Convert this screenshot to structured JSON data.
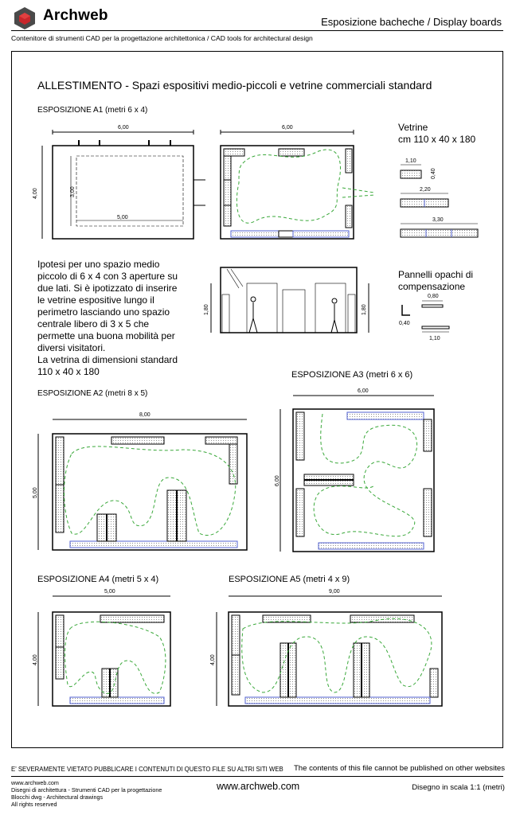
{
  "header": {
    "brand": "Archweb",
    "doc_title": "Esposizione bacheche / Display boards",
    "subtitle": "Contenitore di strumenti CAD per la progettazione architettonica  /  CAD tools for architectural design"
  },
  "main": {
    "title": "ALLESTIMENTO - Spazi espositivi medio-piccoli e vetrine commerciali standard",
    "a1_label": "ESPOSIZIONE A1 (metri 6 x 4)",
    "a2_label": "ESPOSIZIONE A2  (metri 8 x 5)",
    "a3_label": "ESPOSIZIONE A3  (metri 6 x 6)",
    "a4_label": "ESPOSIZIONE A4  (metri 5 x 4)",
    "a5_label": "ESPOSIZIONE A5  (metri 4 x 9)",
    "description": [
      "Ipotesi per uno spazio medio",
      "piccolo di 6 x 4 con 3 aperture su",
      "due lati. Si è ipotizzato di inserire",
      "le vetrine espositive lungo il",
      "perimetro lasciando uno spazio",
      "centrale libero di 3 x 5 che",
      "permette una buona mobilità per",
      "diversi visitatori.",
      "La vetrina di dimensioni standard",
      "110 x 40 x 180"
    ],
    "vetrine_title": "Vetrine",
    "vetrine_dims": "cm 110 x 40 x 180",
    "pannelli_title_1": "Pannelli opachi di",
    "pannelli_title_2": "compensazione",
    "dims": {
      "d600": "6,00",
      "d400": "4,00",
      "d300": "3,00",
      "d500": "5,00",
      "d110": "1,10",
      "d040": "0,40",
      "d220": "2,20",
      "d330": "3,30",
      "d180": "1,80",
      "d080": "0,80",
      "d800": "8,00",
      "d900": "9,00"
    }
  },
  "footer": {
    "warning_it": "E' SEVERAMENTE VIETATO PUBBLICARE I CONTENUTI DI QUESTO FILE SU ALTRI SITI WEB",
    "warning_en": "The contents of this file cannot be published on other websites",
    "lines": [
      "www.archweb.com",
      "Disegni di architettura - Strumenti CAD  per la progettazione",
      "Blocchi dwg - Architectural drawings",
      "All rights reserved"
    ],
    "url": "www.archweb.com",
    "scale": "Disegno in scala 1:1 (metri)"
  },
  "colors": {
    "logo_dark": "#4a4a4a",
    "logo_red": "#c8262b",
    "path_green": "#3aa83a",
    "vetrina_blue": "#5060d0"
  }
}
